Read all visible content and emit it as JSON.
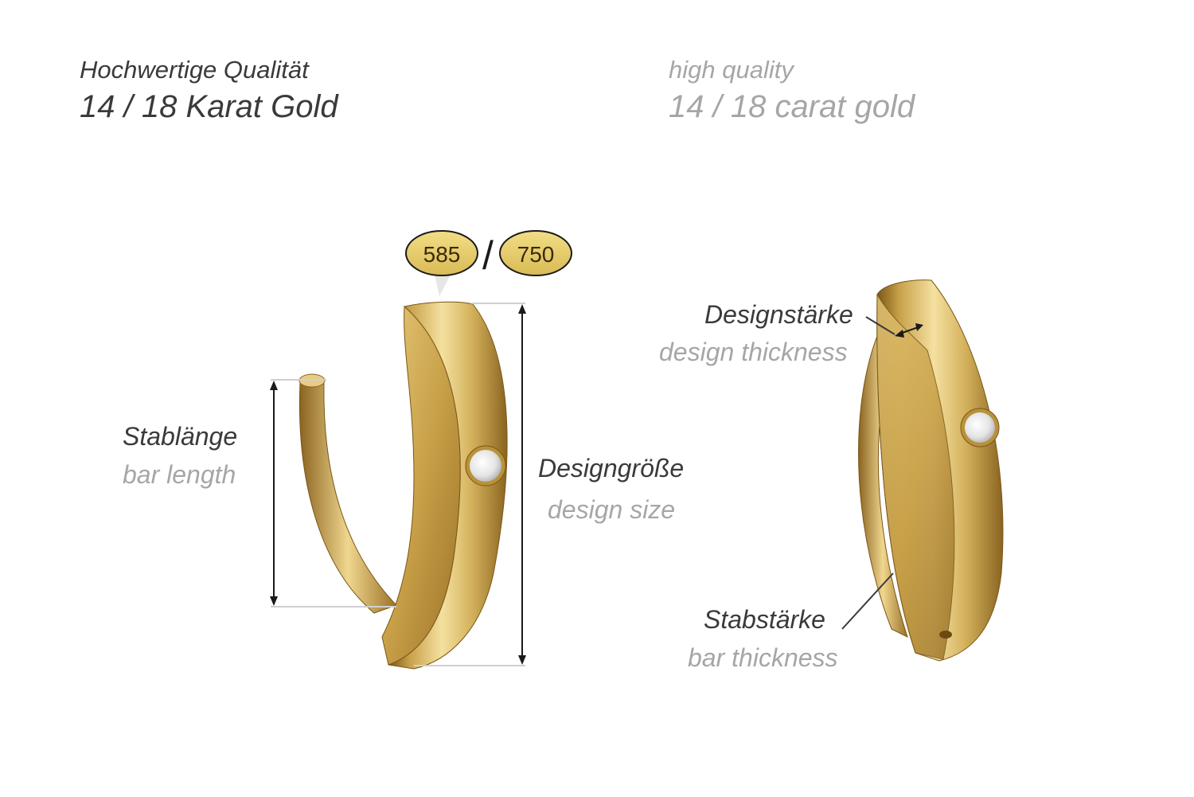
{
  "header": {
    "de_quality": "Hochwertige Qualität",
    "de_material": "14 / 18 Karat Gold",
    "en_quality": "high quality",
    "en_material": "14 / 18 carat gold"
  },
  "stamps": {
    "left": "585",
    "separator": "/",
    "right": "750"
  },
  "labels": {
    "bar_length_de": "Stablänge",
    "bar_length_en": "bar length",
    "design_size_de": "Designgröße",
    "design_size_en": "design size",
    "design_thickness_de": "Designstärke",
    "design_thickness_en": "design thickness",
    "bar_thickness_de": "Stabstärke",
    "bar_thickness_en": "bar thickness"
  },
  "colors": {
    "gold_light": "#f2d98a",
    "gold_mid": "#c9a24a",
    "gold_dark": "#8a6420",
    "stamp_fill": "#e8cf6e",
    "text_dark": "#3a3a3a",
    "text_light": "#a6a6a6"
  }
}
